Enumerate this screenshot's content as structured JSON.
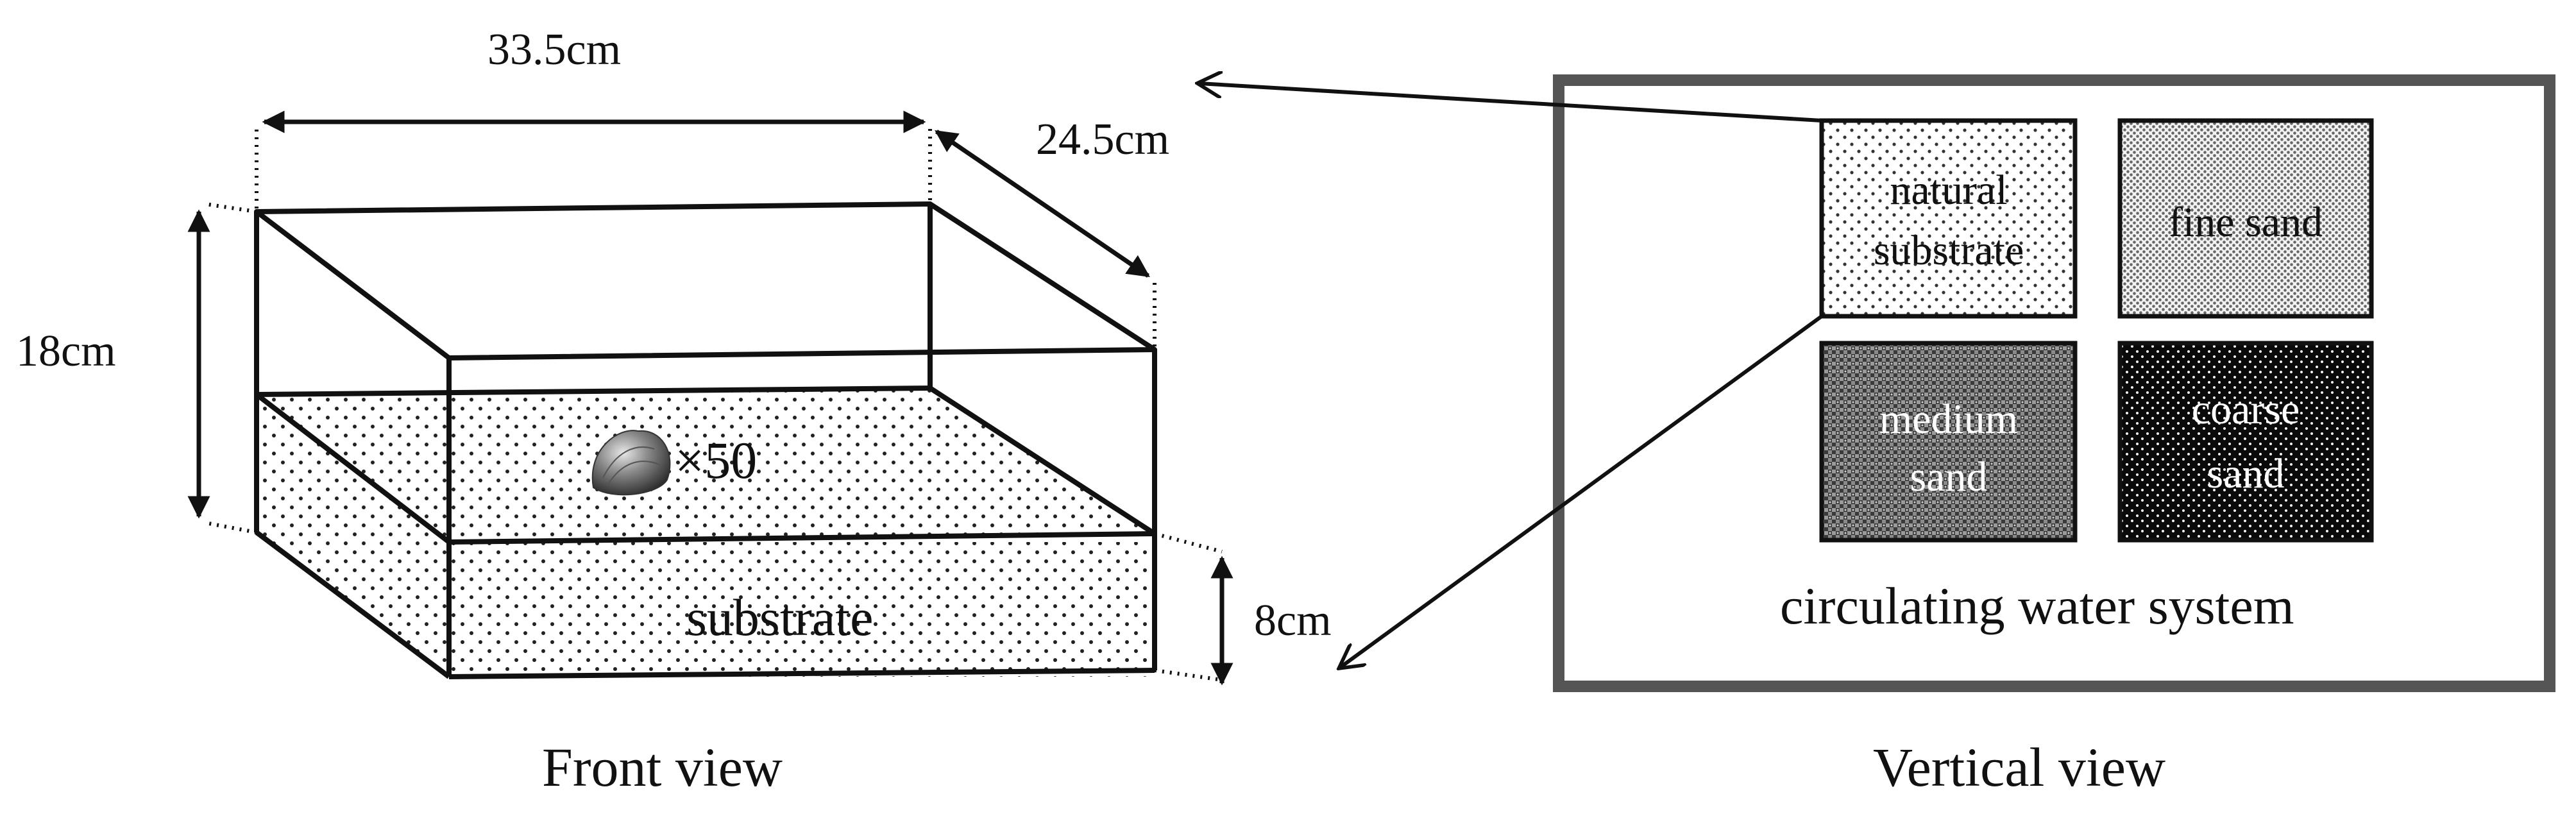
{
  "front_view": {
    "caption": "Front view",
    "width_label": "33.5cm",
    "depth_label": "24.5cm",
    "height_label": "18cm",
    "substrate_depth_label": "8cm",
    "substrate_label": "substrate",
    "clam_count_label": "×50",
    "clam_icon": "clam-shell-icon"
  },
  "vertical_view": {
    "caption": "Vertical view",
    "system_label": "circulating water system",
    "cells": [
      {
        "line1": "natural",
        "line2": "substrate",
        "text_color": "#222222"
      },
      {
        "line1": "fine sand",
        "line2": "",
        "text_color": "#222222"
      },
      {
        "line1": "medium",
        "line2": "sand",
        "text_color": "#ffffff"
      },
      {
        "line1": "coarse",
        "line2": "sand",
        "text_color": "#ffffff"
      }
    ]
  },
  "colors": {
    "line": "#111111",
    "frame": "#555555"
  }
}
